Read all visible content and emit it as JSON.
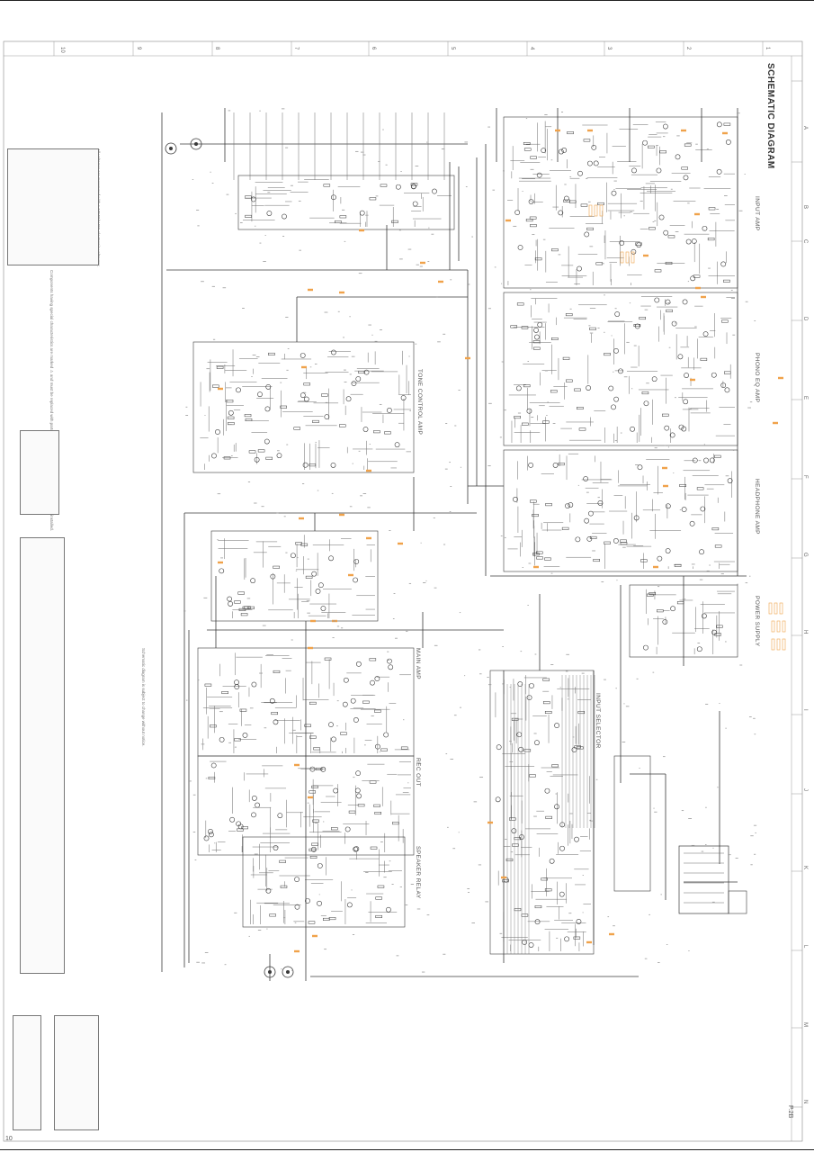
{
  "sheet": {
    "title": "SCHEMATIC DIAGRAM",
    "page_left": "10",
    "page_right": "P.2B"
  },
  "grid": {
    "columns": [
      "10",
      "9",
      "8",
      "7",
      "6",
      "5",
      "4",
      "3",
      "2",
      "1"
    ],
    "rows": [
      "A",
      "B",
      "C",
      "D",
      "E",
      "F",
      "G",
      "H",
      "I",
      "J",
      "K",
      "L",
      "M",
      "N"
    ]
  },
  "blocks": [
    "INPUT AMP",
    "TONE CONTROL AMP",
    "PHONO EQ AMP",
    "MAIN AMP",
    "HEADPHONE AMP",
    "POWER SUPPLY",
    "INPUT SELECTOR",
    "REC OUT",
    "SPEAKER RELAY"
  ],
  "notes": {
    "left_top": "All voltages are measured with a 10MΩ/V DC electronic voltmeter.",
    "left_mid": "Components having special characteristics are marked ⚠ and must be replaced with parts having specifications equal to those originally installed.",
    "left_bottom": "Schematic diagram is subject to change without notice."
  },
  "colors": {
    "line": "#3a3a3a",
    "thin": "#6a6a6a",
    "accent": "#f0a24a",
    "paper": "#ffffff"
  }
}
